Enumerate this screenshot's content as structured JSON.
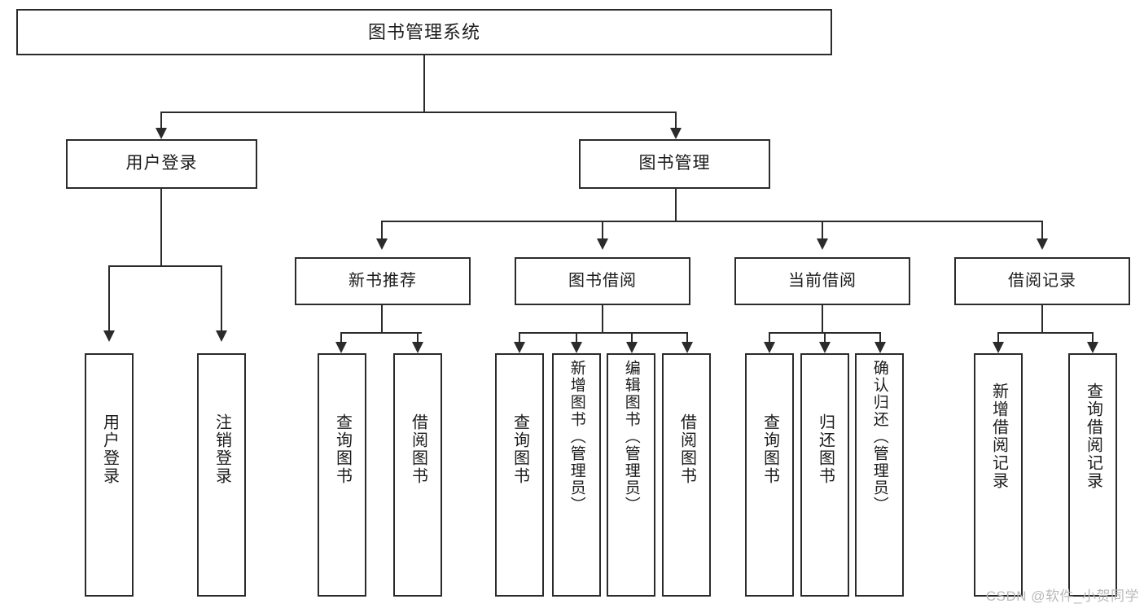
{
  "diagram": {
    "title": "图书管理系统",
    "type": "tree-hierarchy",
    "root": {
      "label": "图书管理系统"
    },
    "level2": [
      {
        "label": "用户登录"
      },
      {
        "label": "图书管理"
      }
    ],
    "level3": [
      {
        "label": "新书推荐"
      },
      {
        "label": "图书借阅"
      },
      {
        "label": "当前借阅"
      },
      {
        "label": "借阅记录"
      }
    ],
    "leaves": {
      "user_login": [
        {
          "label": "用户登录"
        },
        {
          "label": "注销登录"
        }
      ],
      "new_book_recommend": [
        {
          "label": "查询图书"
        },
        {
          "label": "借阅图书"
        }
      ],
      "book_borrow": [
        {
          "label": "查询图书"
        },
        {
          "label": "新增图书（管理员）"
        },
        {
          "label": "编辑图书（管理员）"
        },
        {
          "label": "借阅图书"
        }
      ],
      "current_borrow": [
        {
          "label": "查询图书"
        },
        {
          "label": "归还图书"
        },
        {
          "label": "确认归还（管理员）"
        }
      ],
      "borrow_record": [
        {
          "label": "新增借阅记录"
        },
        {
          "label": "查询借阅记录"
        }
      ]
    }
  },
  "watermark": {
    "text": "CSDN @软件_小贺同学"
  },
  "colors": {
    "stroke": "#2b2b2b",
    "text": "#1b1b1b",
    "background": "#ffffff",
    "watermark": "#b9b9b9"
  }
}
